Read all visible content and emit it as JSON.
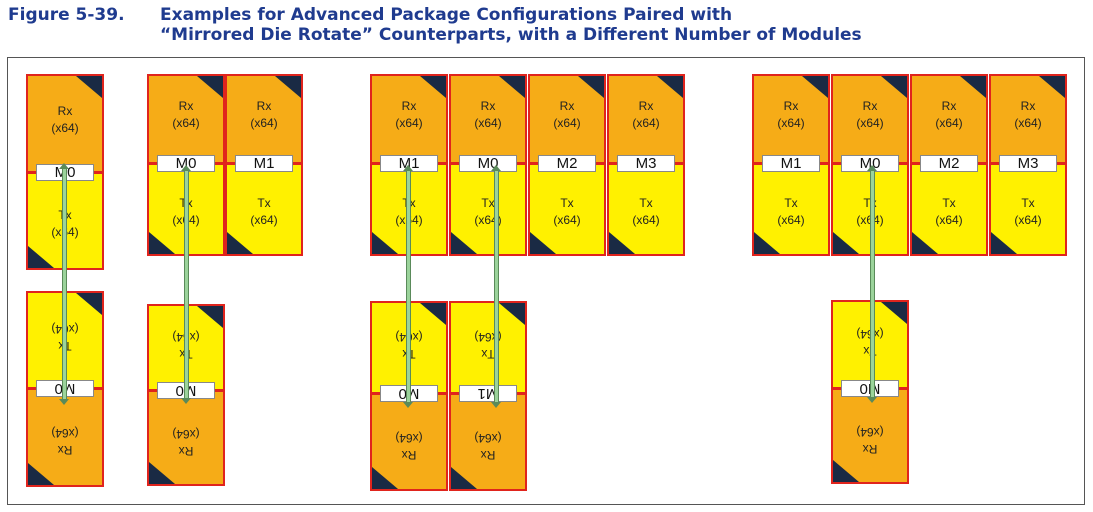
{
  "caption": {
    "number": "Figure 5-39.",
    "title_line1": "Examples for Advanced Package Configurations Paired with",
    "title_line2": "“Mirrored Die Rotate” Counterparts, with a Different Number of Modules"
  },
  "labels": {
    "rx": "Rx\n(x64)",
    "tx": "Tx\n(x64)",
    "m0": "M0",
    "m1": "M1",
    "m2": "M2",
    "m3": "M3"
  },
  "colors": {
    "rx": "#f6ac17",
    "tx": "#fff100",
    "border": "#e0241d",
    "corner": "#1a2a44",
    "arrow": "#9bd39b"
  }
}
